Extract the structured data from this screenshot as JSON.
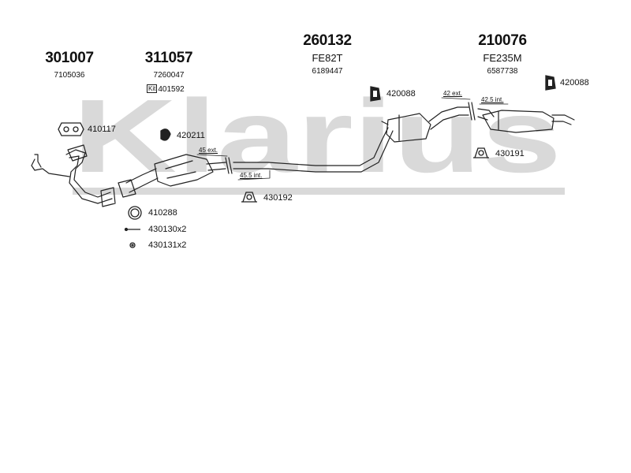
{
  "watermark": {
    "text": "Klarius",
    "color": "#d9d9d9"
  },
  "parts": [
    {
      "code": "301007",
      "oem": "7105036"
    },
    {
      "code": "311057",
      "oem": "7260047",
      "kit_label": "Kit",
      "kit_number": "401592"
    },
    {
      "code": "260132",
      "sub": "FE82T",
      "oem": "6189447"
    },
    {
      "code": "210076",
      "sub": "FE235M",
      "oem": "6587738"
    }
  ],
  "accessories": {
    "a410117": "410117",
    "a420211": "420211",
    "a420088_left": "420088",
    "a420088_right": "420088",
    "a430191": "430191",
    "a430192": "430192",
    "a410288": "410288",
    "a430130": "430130x2",
    "a430131": "430131x2"
  },
  "dimensions": {
    "d45ext": "45 ext.",
    "d455int": "45.5 int.",
    "d42ext": "42 ext.",
    "d425int": "42.5 int."
  }
}
